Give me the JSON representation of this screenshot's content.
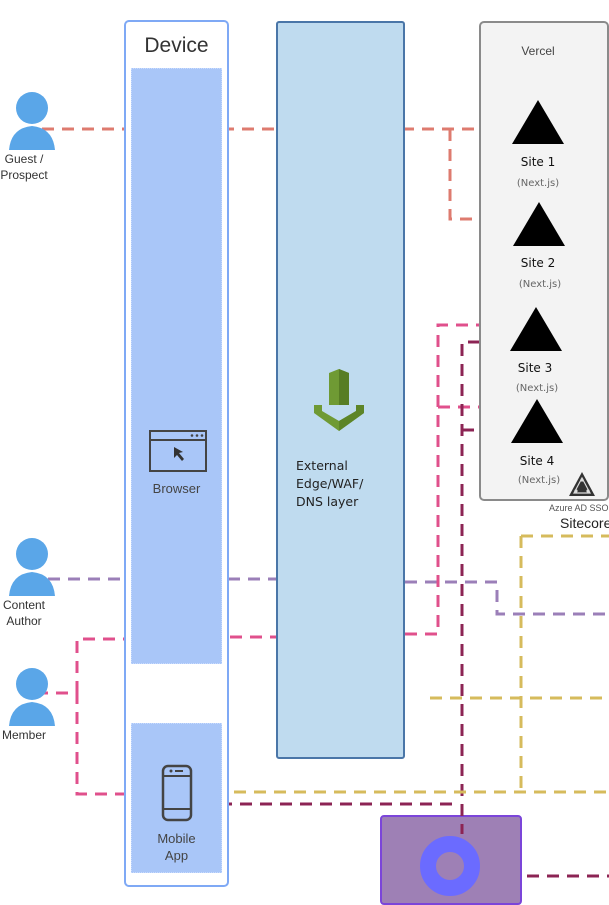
{
  "actors": [
    {
      "id": "guest",
      "label_line1": "Guest /",
      "label_line2": "Prospect",
      "icon": "user-icon"
    },
    {
      "id": "content-author",
      "label_line1": "Content",
      "label_line2": "Author",
      "icon": "user-icon"
    },
    {
      "id": "member",
      "label_line1": "Member",
      "label_line2": "",
      "icon": "user-icon"
    }
  ],
  "device": {
    "title": "Device",
    "browser": {
      "label": "Browser",
      "icon": "browser-window-icon"
    },
    "mobile": {
      "label_line1": "Mobile",
      "label_line2": "App",
      "icon": "mobile-phone-icon"
    }
  },
  "edge": {
    "label_line1": "External",
    "label_line2": "Edge/WAF/",
    "label_line3": "DNS layer",
    "icon": "green-download-arrow-icon"
  },
  "vercel": {
    "title": "Vercel",
    "sites": [
      {
        "name": "Site 1",
        "framework": "(Next.js)",
        "icon": "vercel-triangle-icon"
      },
      {
        "name": "Site 2",
        "framework": "(Next.js)",
        "icon": "vercel-triangle-icon"
      },
      {
        "name": "Site 3",
        "framework": "(Next.js)",
        "icon": "vercel-triangle-icon"
      },
      {
        "name": "Site 4",
        "framework": "(Next.js)",
        "icon": "vercel-triangle-icon"
      }
    ],
    "badge_icon": "azure-devops-warning-icon"
  },
  "labels": {
    "azure": "Azure AD SSO",
    "sitecore": "Sitecore"
  },
  "bottom_service": {
    "icon": "ring-icon"
  },
  "colors": {
    "guest_line": "#de7b6f",
    "author_line": "#9b7fb8",
    "member_line": "#e0508c",
    "maroon_line": "#8c2454",
    "gold_line": "#d6bb5c",
    "person": "#5aa6e8",
    "device_border": "#7fa9f5",
    "lane_fill": "#a9c6f8",
    "edge_fill": "#bfdbef",
    "edge_border": "#4a76a8",
    "arrow_green": "#6f9a34",
    "vercel_fill": "#f3f3f3",
    "purple_box": "#9e80b5",
    "ring": "#6b6bff"
  }
}
